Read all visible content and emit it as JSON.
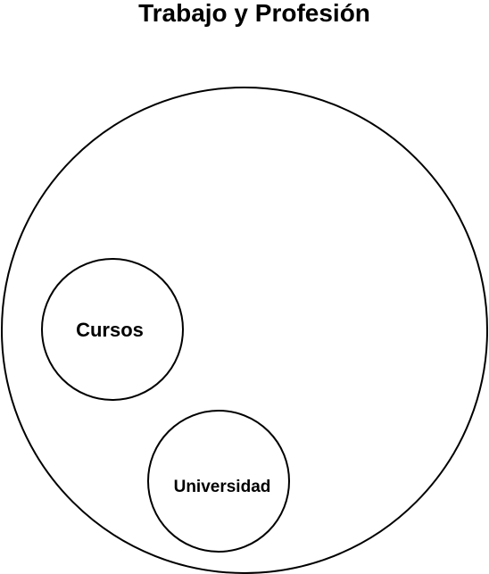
{
  "diagram": {
    "title": "Trabajo y Profesión",
    "outer_label": "",
    "inner_circles": [
      {
        "label": "Cursos"
      },
      {
        "label": "Universidad"
      }
    ],
    "colors": {
      "stroke": "#000000",
      "fill": "#ffffff",
      "text": "#000000"
    }
  }
}
